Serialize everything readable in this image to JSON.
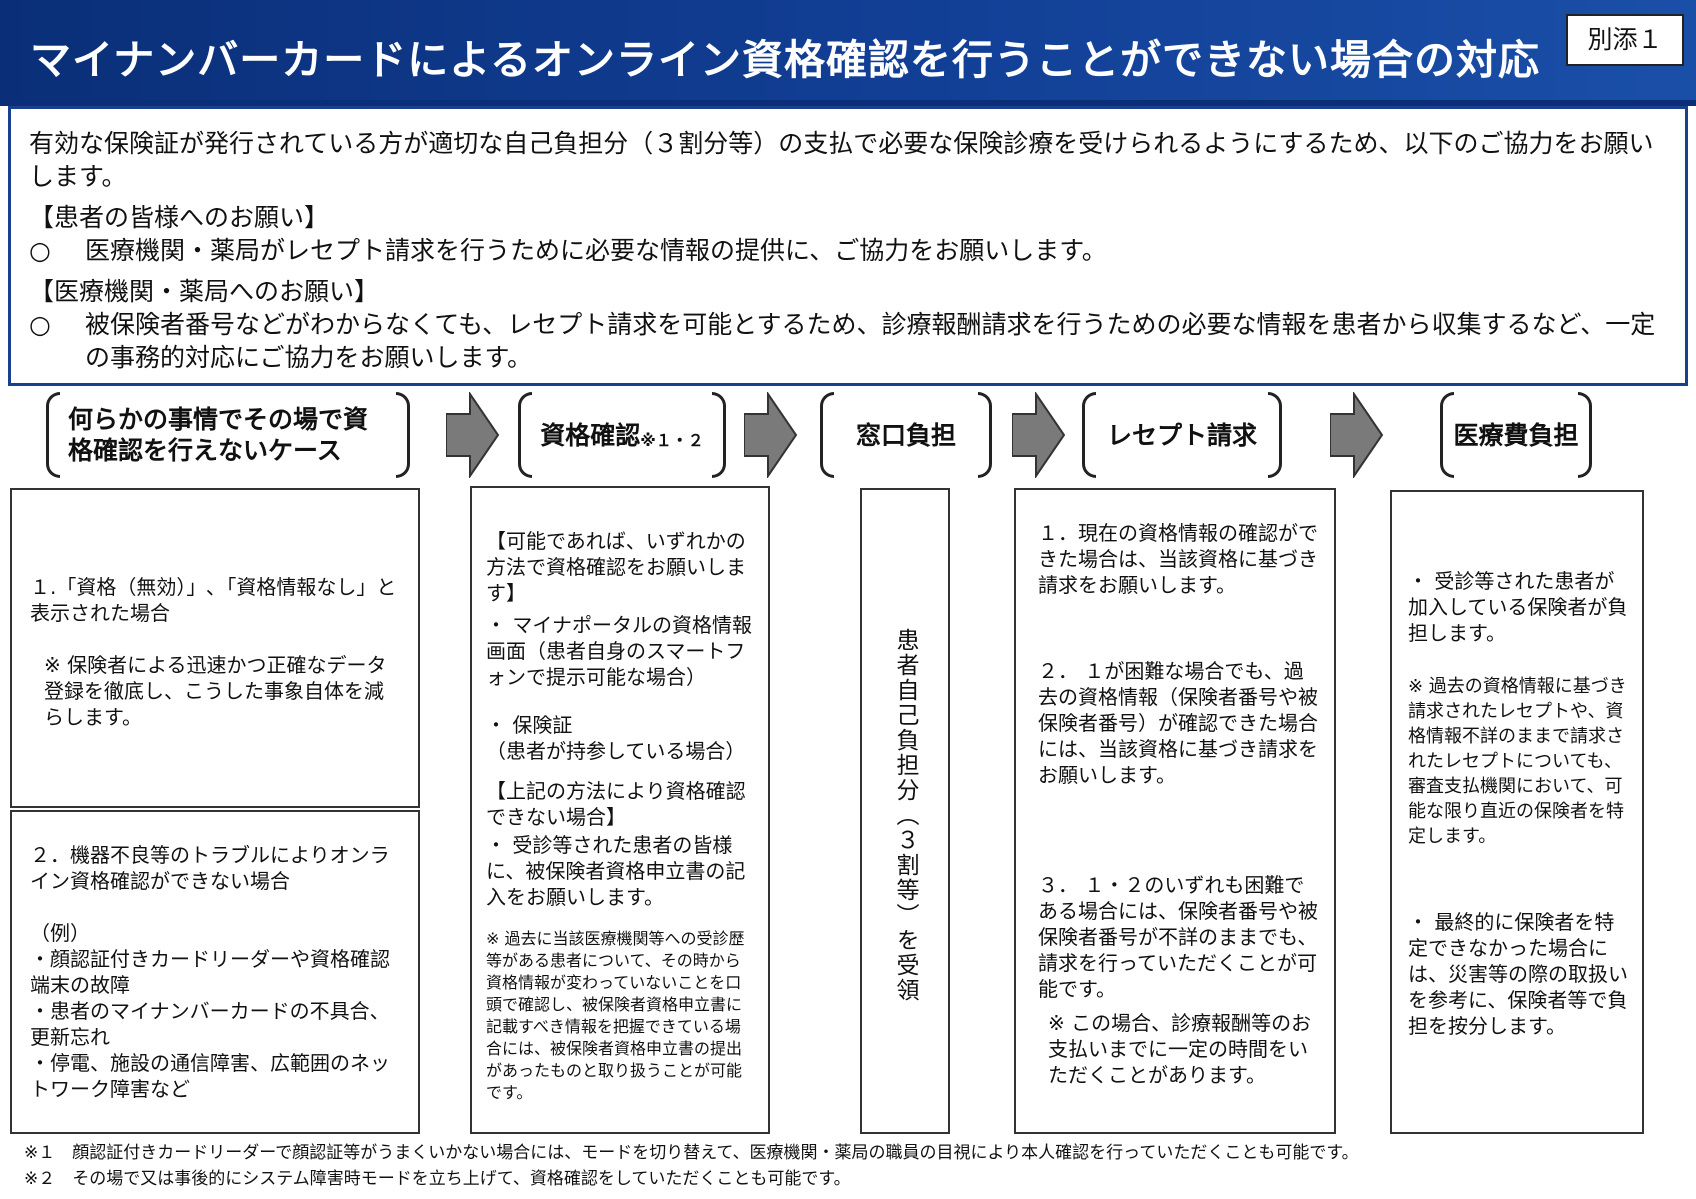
{
  "header": {
    "title": "マイナンバーカードによるオンライン資格確認を行うことができない場合の対応",
    "attachment": "別添１"
  },
  "intro": {
    "lead": "有効な保険証が発行されている方が適切な自己負担分（３割分等）の支払で必要な保険診療を受けられるようにするため、以下のご協力をお願いします。",
    "patients_heading": "【患者の皆様へのお願い】",
    "patients_item": "医療機関・薬局がレセプト請求を行うために必要な情報の提供に、ご協力をお願いします。",
    "facilities_heading": "【医療機関・薬局へのお願い】",
    "facilities_item": "被保険者番号などがわからなくても、レセプト請求を可能とするため、診療報酬請求を行うための必要な情報を患者から収集するなど、一定の事務的対応にご協力をお願いします。",
    "bullet": "○"
  },
  "steps": {
    "case": "何らかの事情でその場で資格確認を行えないケース",
    "verify": "資格確認",
    "verify_sup": "※１・２",
    "counter": "窓口負担",
    "receipt": "レセプト請求",
    "cost": "医療費負担",
    "arrow_icon": "right-arrow-icon"
  },
  "case_box1": {
    "line1": "１.「資格（無効）」､「資格情報なし」と表示された場合",
    "note": "※ 保険者による迅速かつ正確なデータ登録を徹底し、こうした事象自体を減らします。"
  },
  "case_box2": {
    "line1": "２．機器不良等のトラブルによりオンライン資格確認ができない場合",
    "example": "（例）",
    "items": [
      "・顔認証付きカードリーダーや資格確認端末の故障",
      "・患者のマイナンバーカードの不具合、更新忘れ",
      "・停電、施設の通信障害、広範囲のネットワーク障害など"
    ]
  },
  "verify_box": {
    "h1": "【可能であれば、いずれかの方法で資格確認をお願いします】",
    "b1": "・ マイナポータルの資格情報画面（患者自身のスマートフォンで提示可能な場合）",
    "b2": "・ 保険証",
    "b2_sub": "（患者が持参している場合）",
    "h2": "【上記の方法により資格確認できない場合】",
    "b3": "・ 受診等された患者の皆様に、被保険者資格申立書の記入をお願いします。",
    "note": "※ 過去に当該医療機関等への受診歴等がある患者について、その時から資格情報が変わっていないことを口頭で確認し、被保険者資格申立書に記載すべき情報を把握できている場合には、被保険者資格申立書の提出があったものと取り扱うことが可能です。"
  },
  "counter_box": {
    "text": "患者自己負担分（３割等）を受領"
  },
  "receipt_box": {
    "p1": "１．現在の資格情報の確認ができた場合は、当該資格に基づき請求をお願いします。",
    "p2": "２． １が困難な場合でも、過去の資格情報（保険者番号や被保険者番号）が確認できた場合には、当該資格に基づき請求をお願いします。",
    "p3": "３． １・２のいずれも困難である場合には、保険者番号や被保険者番号が不詳のままでも、請求を行っていただくことが可能です。",
    "note": "※ この場合、診療報酬等のお支払いまでに一定の時間をいただくことがあります。"
  },
  "cost_box": {
    "b1": "・ 受診等された患者が加入している保険者が負担します。",
    "note": "※ 過去の資格情報に基づき請求されたレセプトや、資格情報不詳のままで請求されたレセプトについても、審査支払機関において、可能な限り直近の保険者を特定します。",
    "b2": "・ 最終的に保険者を特定できなかった場合には、災害等の際の取扱いを参考に、保険者等で負担を按分します。"
  },
  "footnotes": {
    "n1": "※１　顔認証付きカードリーダーで顔認証等がうまくいかない場合には、モードを切り替えて、医療機関・薬局の職員の目視により本人確認を行っていただくことも可能です。",
    "n2": "※２　その場で又は事後的にシステム障害時モードを立ち上げて、資格確認をしていただくことも可能です。"
  }
}
